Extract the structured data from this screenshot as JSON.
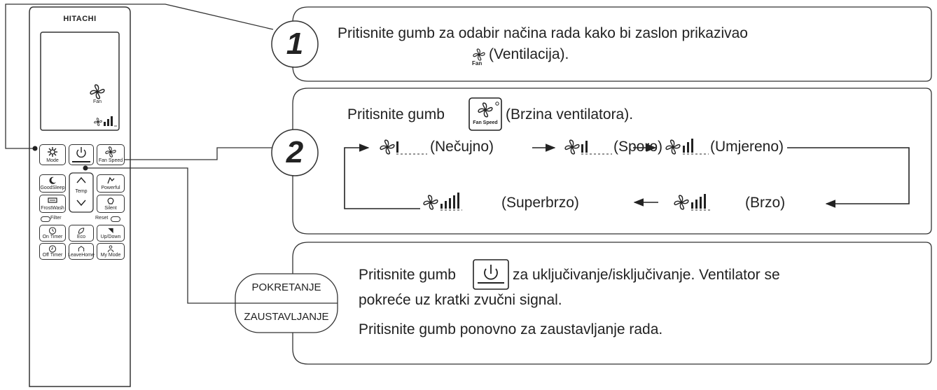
{
  "remote": {
    "brand": "HITACHI",
    "display": {
      "mode_label": "Fan"
    },
    "buttons": {
      "mode": "Mode",
      "fan_speed": "Fan Speed",
      "good_sleep": "GoodSleep",
      "temp": "Temp",
      "powerful": "Powerful",
      "frost_wash": "FrostWash",
      "silent": "Silent",
      "filter": "Filter",
      "reset": "Reset",
      "on_timer": "On Timer",
      "eco": "Eco",
      "up_down": "Up/Down",
      "off_timer": "Off Timer",
      "leave_home": "LeaveHome",
      "my_mode": "My Mode"
    }
  },
  "step1": {
    "number": "1",
    "line1": "Pritisnite gumb za odabir načina rada kako bi zaslon prikazivao",
    "icon_label": "Fan",
    "line2": "(Ventilacija)."
  },
  "step2": {
    "number": "2",
    "line_before": "Pritisnite gumb",
    "button_label": "Fan Speed",
    "line_after": "(Brzina ventilatora).",
    "speeds": {
      "s1": "(Nečujno)",
      "s2": "(Sporo)",
      "s3": "(Umjereno)",
      "s4": "(Brzo)",
      "s5": "(Superbrzo)"
    }
  },
  "step3": {
    "start_label": "POKRETANJE",
    "stop_label": "ZAUSTAVLJANJE",
    "line_before": "Pritisnite gumb",
    "line_after": "za uključivanje/isključivanje. Ventilator se",
    "line2": "pokreće uz kratki zvučni signal.",
    "line3": "Pritisnite gumb ponovno za zaustavljanje rada."
  }
}
